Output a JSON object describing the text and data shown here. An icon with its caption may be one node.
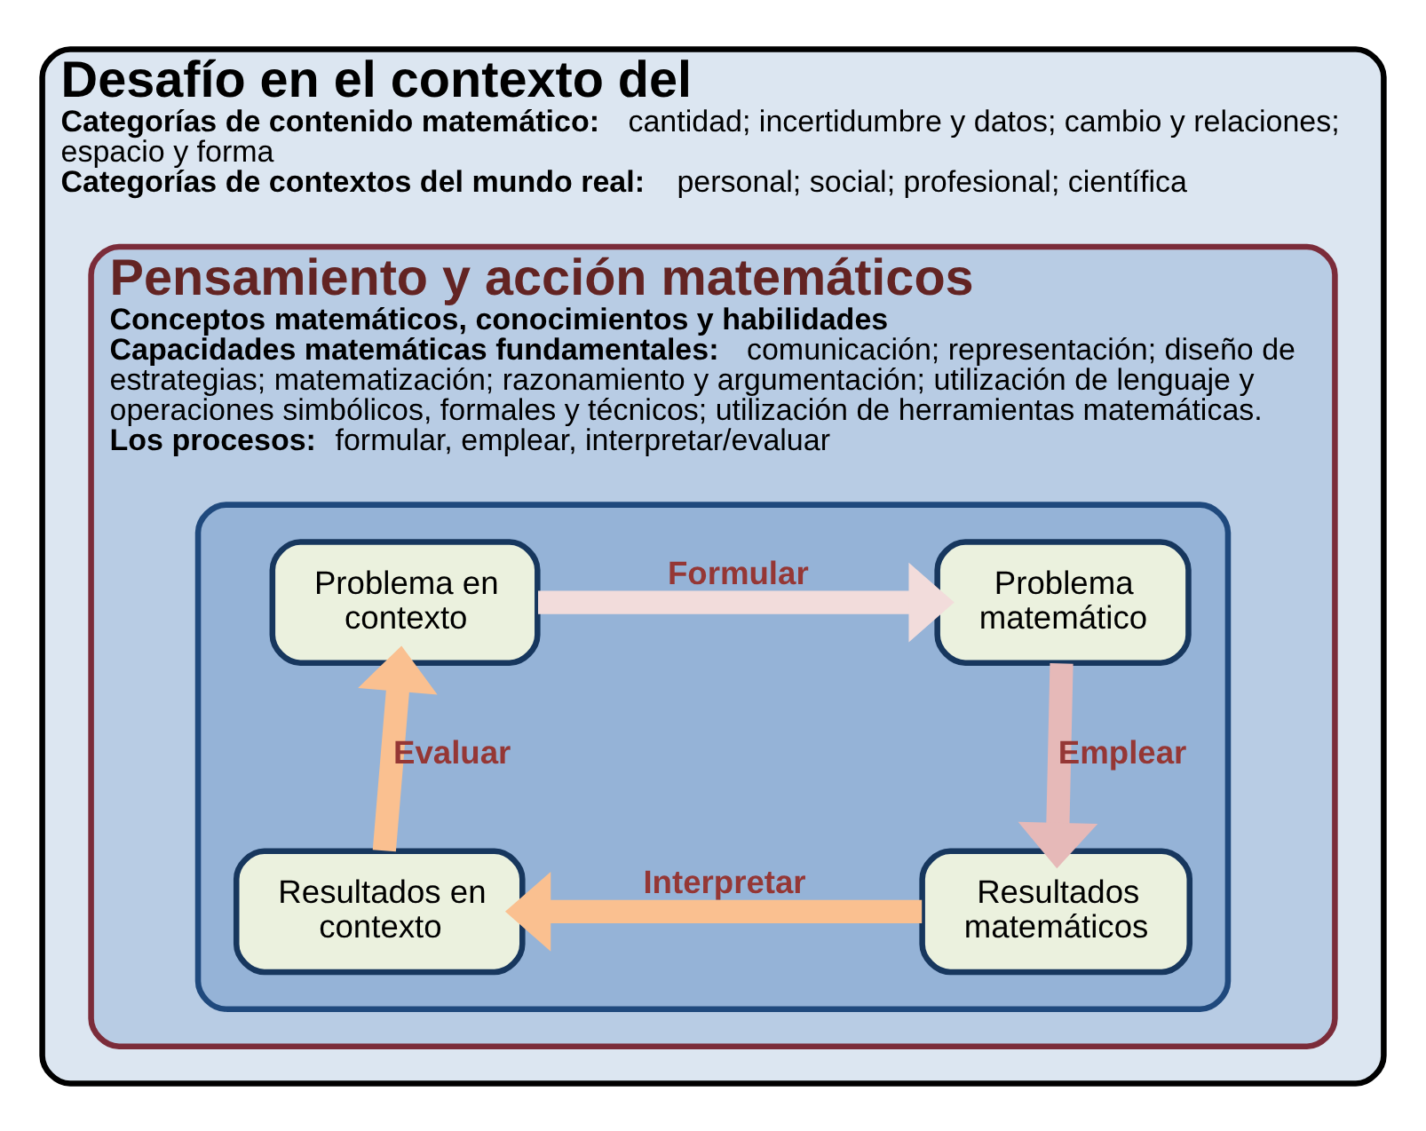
{
  "diagram": {
    "nodes": [
      {
        "text": [
          "Desafío en el contexto del",
          "**Categorías de contenido matemático:** cantidad; incertidumbre y datos; cambio y relaciones; espacio y forma",
          "**Categorías de contextos del mundo real:** personal; social; profesional; científica"
        ]
      },
      {
        "text": [
          "Pensamiento y acción matemáticos",
          "Conceptos matemáticos, conocimientos y habilidades",
          "**Capacidades matemáticas fundamentales:** comunicación; representación; diseño de estrategias; matematización; razonamiento y argumentación; utilización de lenguaje y operaciones simbólicos, formales y técnicos; utilización de herramientas matemáticas.",
          "**Los procesos:** formular, emplear, interpretar/evaluar"
        ],
        "in": 0
      },
      {
        "text": [],
        "shape": "box",
        "in": 1
      },
      {
        "text": [
          "Problema en contexto"
        ],
        "in": 2
      },
      {
        "text": [
          "Problema matemático"
        ],
        "in": 2
      },
      {
        "text": [
          "Resultados matemáticos"
        ],
        "in": 2
      },
      {
        "text": [
          "Resultados en contexto"
        ],
        "in": 2
      }
    ],
    "edges": [
      {
        "from": 3,
        "to": 4,
        "arrow": "to",
        "label": "Formular",
        "color": "#f2dcdb"
      },
      {
        "from": 4,
        "to": 5,
        "arrow": "to",
        "label": "Emplear",
        "color": "#e6b9b8"
      },
      {
        "from": 5,
        "to": 6,
        "arrow": "to",
        "label": "Interpretar",
        "color": "#fac090"
      },
      {
        "from": 6,
        "to": 3,
        "arrow": "to",
        "label": "Evaluar",
        "color": "#fac090"
      }
    ]
  }
}
